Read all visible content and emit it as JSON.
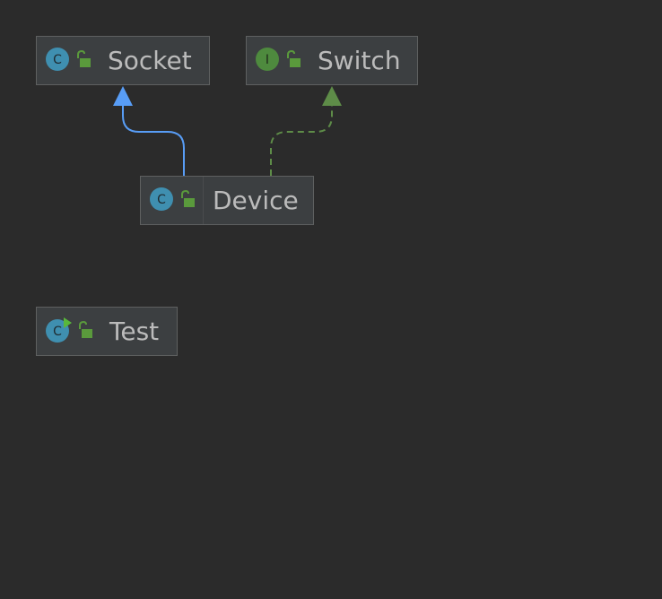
{
  "colors": {
    "background": "#2b2b2b",
    "node_fill": "#3c3f41",
    "node_border": "#5e6060",
    "label_text": "#bbbbbb",
    "class_icon": "#3f8fb0",
    "interface_icon": "#4e8a3e",
    "lock_icon": "#5a9a3c",
    "run_marker": "#59b83b",
    "inheritance_edge": "#589df6",
    "implementation_edge": "#5e8c48"
  },
  "nodes": [
    {
      "id": "socket",
      "label": "Socket",
      "kind": "class",
      "kind_letter": "C",
      "icon": "class-icon",
      "visibility_icon": "unlocked-icon"
    },
    {
      "id": "switch",
      "label": "Switch",
      "kind": "interface",
      "kind_letter": "I",
      "icon": "interface-icon",
      "visibility_icon": "unlocked-icon"
    },
    {
      "id": "device",
      "label": "Device",
      "kind": "class",
      "kind_letter": "C",
      "icon": "class-icon",
      "visibility_icon": "unlocked-icon"
    },
    {
      "id": "test",
      "label": "Test",
      "kind": "runnable-class",
      "kind_letter": "C",
      "icon": "runnable-class-icon",
      "visibility_icon": "unlocked-icon"
    }
  ],
  "edges": [
    {
      "from": "device",
      "to": "socket",
      "type": "extends",
      "style": "solid"
    },
    {
      "from": "device",
      "to": "switch",
      "type": "implements",
      "style": "dashed"
    }
  ]
}
